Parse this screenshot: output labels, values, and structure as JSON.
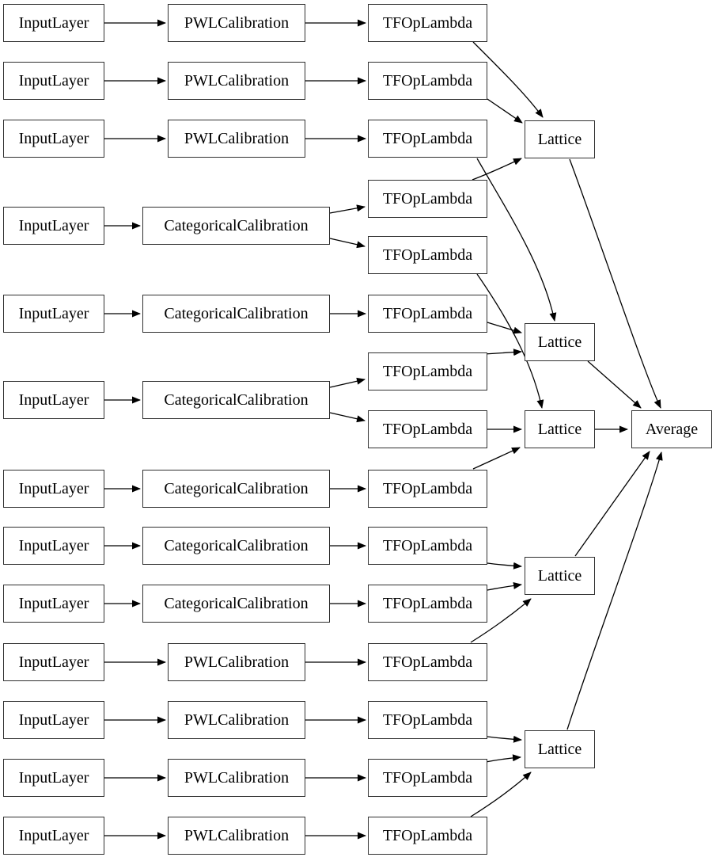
{
  "diagram": {
    "kind": "keras-lattice-model-graph",
    "labels": {
      "input_layer": "InputLayer",
      "pwl_calibration": "PWLCalibration",
      "categorical_calibration": "CategoricalCalibration",
      "tfop_lambda": "TFOpLambda",
      "lattice": "Lattice",
      "average": "Average"
    },
    "colors": {
      "background": "#ffffff",
      "node_fill": "#ffffff",
      "node_border": "#303030",
      "edge": "#000000",
      "text": "#000000"
    },
    "node_counts": {
      "InputLayer": 13,
      "PWLCalibration": 7,
      "CategoricalCalibration": 6,
      "TFOpLambda": 15,
      "Lattice": 5,
      "Average": 1
    },
    "edges": [
      {
        "from": "il1",
        "to": "cal1"
      },
      {
        "from": "il2",
        "to": "cal2"
      },
      {
        "from": "il3",
        "to": "cal3"
      },
      {
        "from": "il4",
        "to": "cal4"
      },
      {
        "from": "il5",
        "to": "cal5"
      },
      {
        "from": "il6",
        "to": "cal6"
      },
      {
        "from": "il7",
        "to": "cal7"
      },
      {
        "from": "il8",
        "to": "cal8"
      },
      {
        "from": "il9",
        "to": "cal9"
      },
      {
        "from": "il10",
        "to": "cal10"
      },
      {
        "from": "il11",
        "to": "cal11"
      },
      {
        "from": "il12",
        "to": "cal12"
      },
      {
        "from": "il13",
        "to": "cal13"
      },
      {
        "from": "cal1",
        "to": "lam1"
      },
      {
        "from": "cal2",
        "to": "lam2"
      },
      {
        "from": "cal3",
        "to": "lam3"
      },
      {
        "from": "cal4",
        "to": "lam4"
      },
      {
        "from": "cal4",
        "to": "lam5"
      },
      {
        "from": "cal5",
        "to": "lam6"
      },
      {
        "from": "cal6",
        "to": "lam7"
      },
      {
        "from": "cal6",
        "to": "lam8"
      },
      {
        "from": "cal7",
        "to": "lam9"
      },
      {
        "from": "cal8",
        "to": "lam10"
      },
      {
        "from": "cal9",
        "to": "lam11"
      },
      {
        "from": "cal10",
        "to": "lam12"
      },
      {
        "from": "cal11",
        "to": "lam13"
      },
      {
        "from": "cal12",
        "to": "lam14"
      },
      {
        "from": "cal13",
        "to": "lam15"
      },
      {
        "from": "lam1",
        "to": "lat1"
      },
      {
        "from": "lam2",
        "to": "lat1"
      },
      {
        "from": "lam4",
        "to": "lat1"
      },
      {
        "from": "lam3",
        "to": "lat2"
      },
      {
        "from": "lam6",
        "to": "lat2"
      },
      {
        "from": "lam7",
        "to": "lat2"
      },
      {
        "from": "lam5",
        "to": "lat3"
      },
      {
        "from": "lam8",
        "to": "lat3"
      },
      {
        "from": "lam9",
        "to": "lat3"
      },
      {
        "from": "lam10",
        "to": "lat4"
      },
      {
        "from": "lam11",
        "to": "lat4"
      },
      {
        "from": "lam12",
        "to": "lat4"
      },
      {
        "from": "lam13",
        "to": "lat5"
      },
      {
        "from": "lam14",
        "to": "lat5"
      },
      {
        "from": "lam15",
        "to": "lat5"
      },
      {
        "from": "lat1",
        "to": "avg"
      },
      {
        "from": "lat2",
        "to": "avg"
      },
      {
        "from": "lat3",
        "to": "avg"
      },
      {
        "from": "lat4",
        "to": "avg"
      },
      {
        "from": "lat5",
        "to": "avg"
      }
    ]
  }
}
